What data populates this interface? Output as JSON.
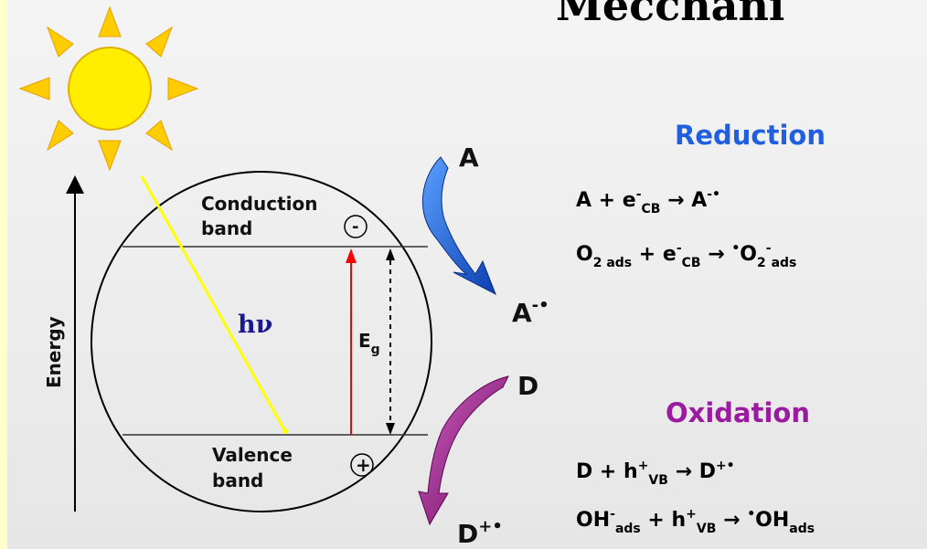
{
  "title_fragment": "Mecchani",
  "energy_label": "Energy",
  "conduction_band": [
    "Conduction",
    "band"
  ],
  "valence_band": [
    "Valence",
    "band"
  ],
  "electron_symbol": "-",
  "hole_symbol": "+",
  "photon_label": "hν",
  "gap_label": "E",
  "gap_sub": "g",
  "species": {
    "acceptor": "A",
    "acceptor_reduced": "A",
    "acceptor_reduced_sup": "-•",
    "donor": "D",
    "donor_oxidized": "D",
    "donor_oxidized_sup": "+•"
  },
  "reduction": {
    "heading": "Reduction",
    "eq1": {
      "a": "A + e",
      "a_sup": "-",
      "a_sub": "CB",
      "b": " → A",
      "b_sup": "-•"
    },
    "eq2": {
      "a": "O",
      "a_sub": "2 ads",
      "b": " + e",
      "b_sup": "-",
      "b_sub": "CB",
      "c": " →  ",
      "c_pre": "•",
      "d": "O",
      "d_sub": "2",
      "d_sup": "-",
      "d_sub2": "ads"
    }
  },
  "oxidation": {
    "heading": "Oxidation",
    "eq1": {
      "a": "D + h",
      "a_sup": "+",
      "a_sub": "VB",
      "b": " → D",
      "b_sup": "+•"
    },
    "eq2": {
      "a": "OH",
      "a_sup": "-",
      "a_sub": "ads",
      "b": " + h",
      "b_sup": "+",
      "b_sub": "VB",
      "c": " →  ",
      "c_pre": "•",
      "d": "OH",
      "d_sub": "ads"
    }
  },
  "colors": {
    "sun": "#ffee00",
    "sun_rays": "#ffcc00",
    "photon_line": "#ffff00",
    "excitation_arrow": "#ff0000",
    "acceptor_arrow": "#1a5fd8",
    "donor_arrow": "#a0107a"
  }
}
